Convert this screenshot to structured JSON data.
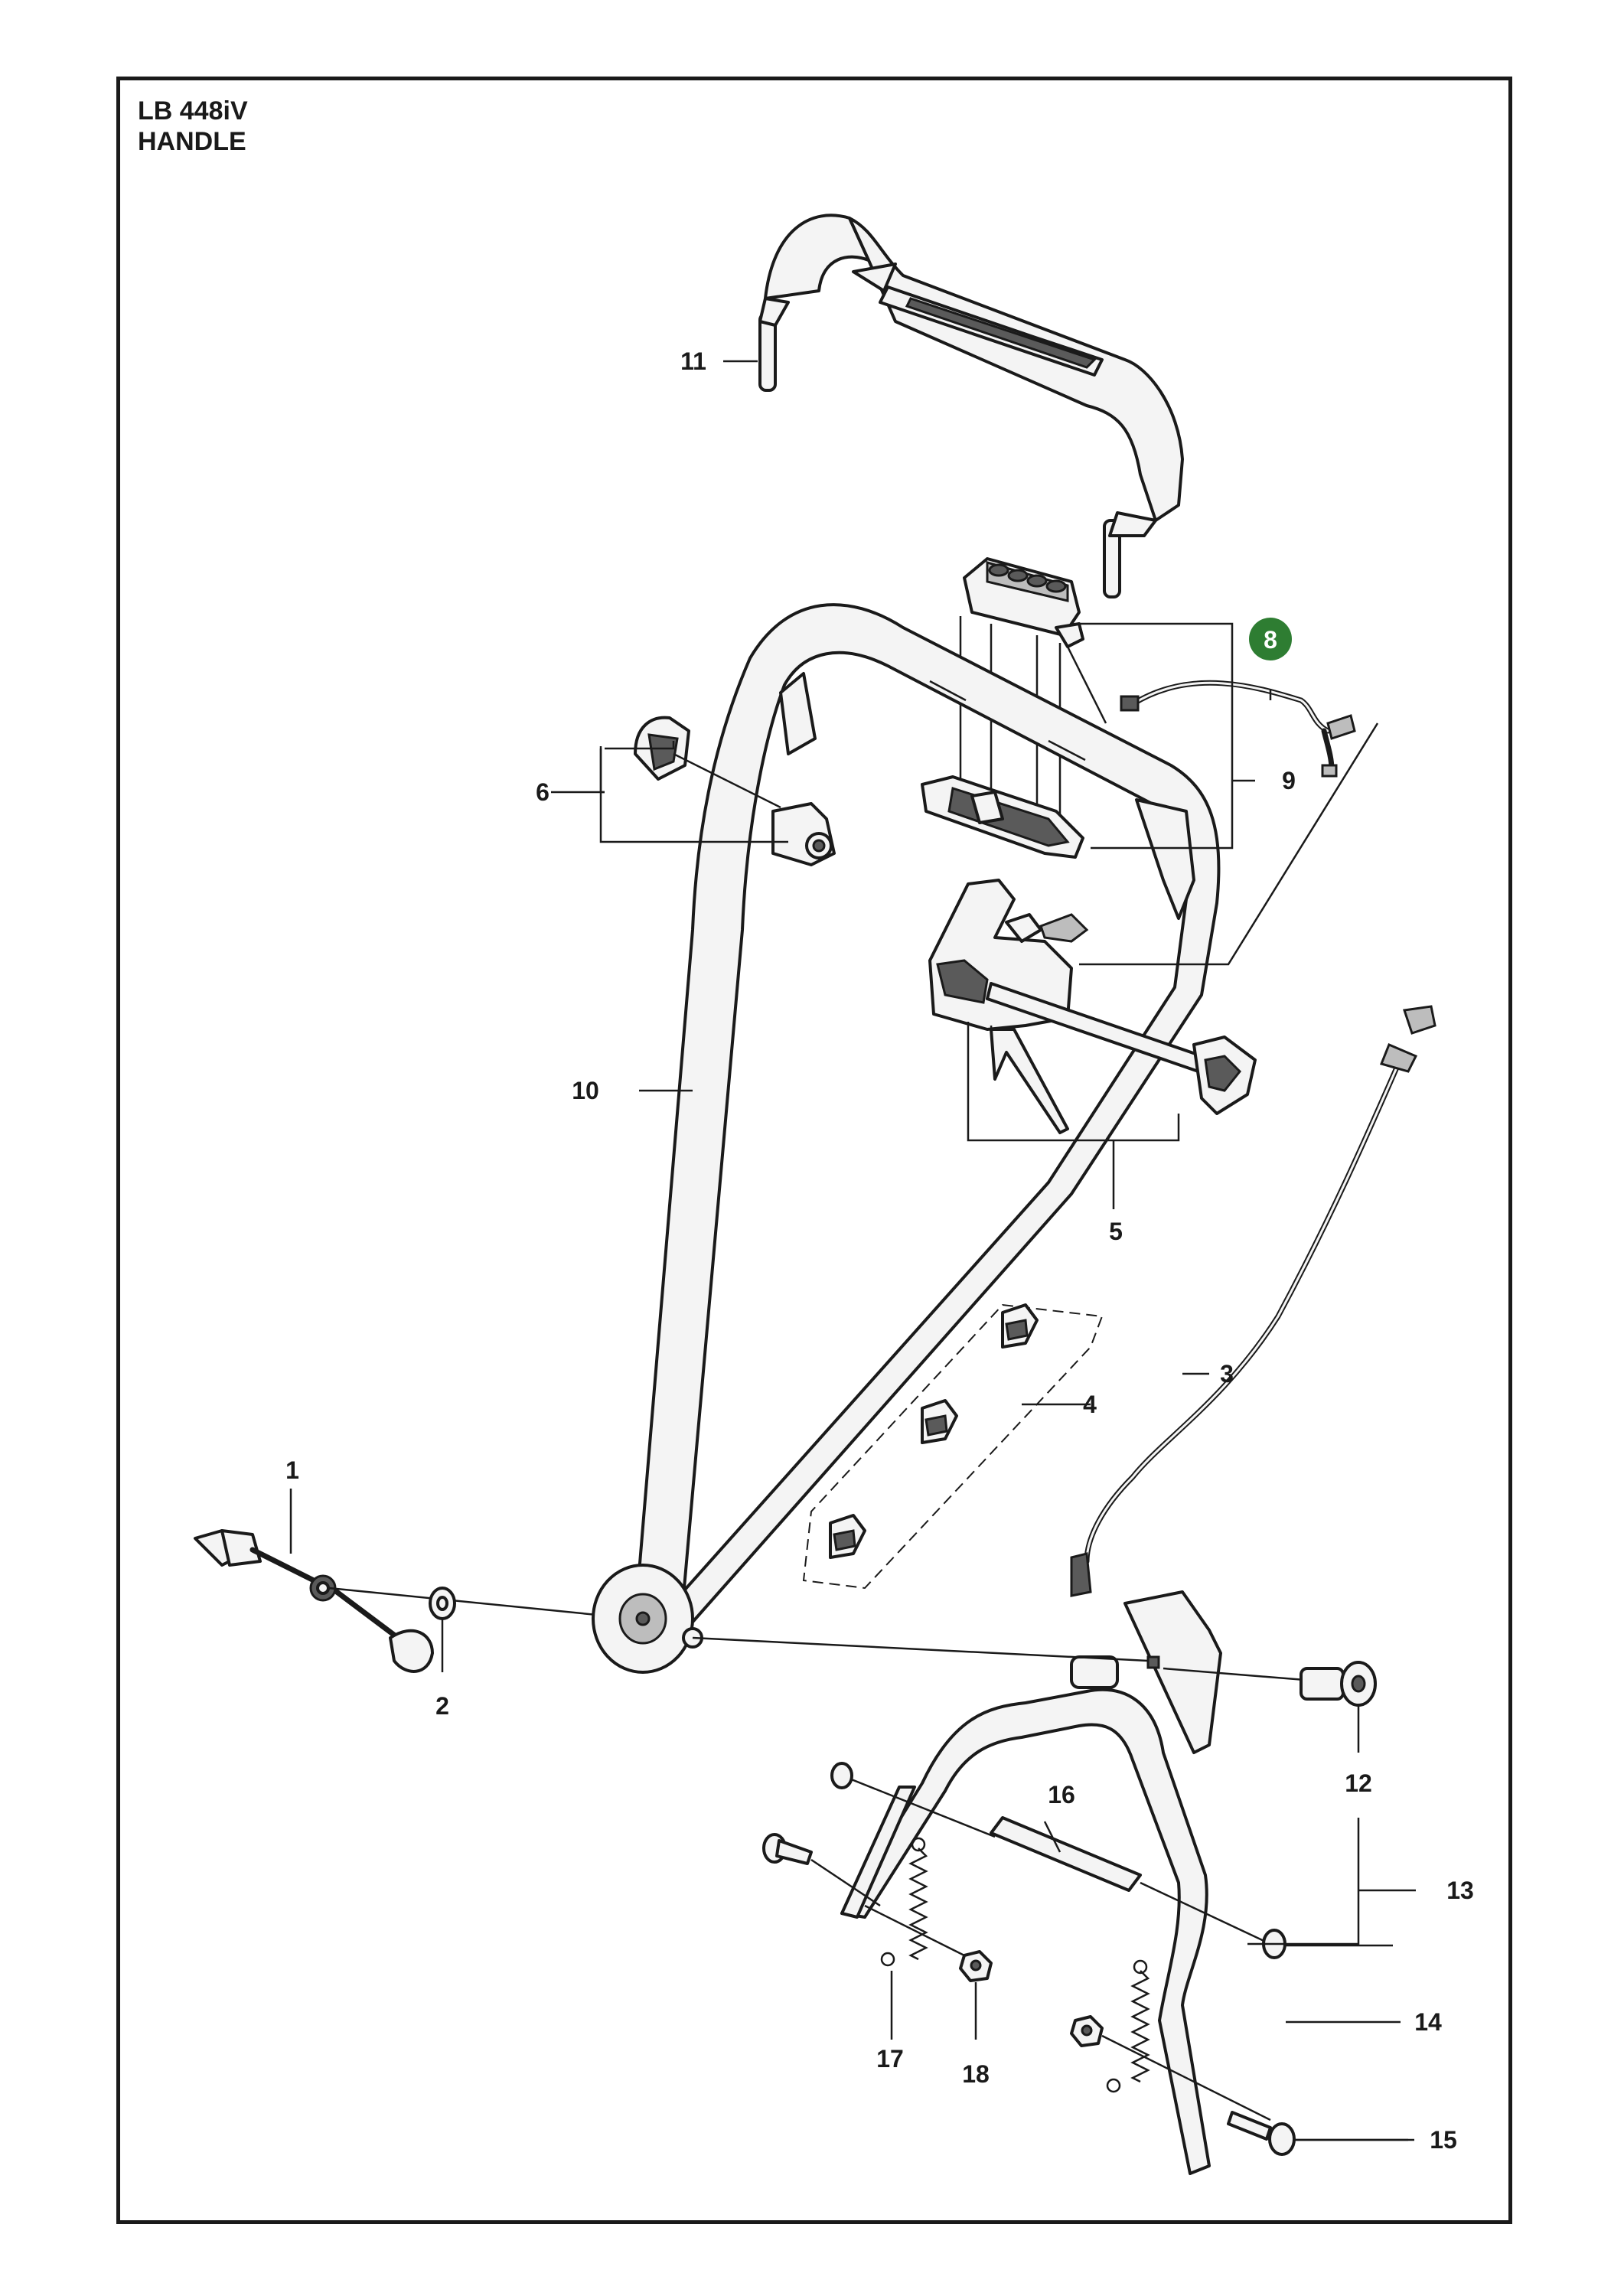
{
  "header": {
    "model": "LB 448iV",
    "section": "HANDLE"
  },
  "callouts": [
    {
      "id": "c1",
      "text": "1"
    },
    {
      "id": "c2",
      "text": "2"
    },
    {
      "id": "c3",
      "text": "3"
    },
    {
      "id": "c4",
      "text": "4"
    },
    {
      "id": "c5",
      "text": "5"
    },
    {
      "id": "c6",
      "text": "6"
    },
    {
      "id": "c8",
      "text": "8"
    },
    {
      "id": "c9",
      "text": "9"
    },
    {
      "id": "c10",
      "text": "10"
    },
    {
      "id": "c11",
      "text": "11"
    },
    {
      "id": "c12",
      "text": "12"
    },
    {
      "id": "c13",
      "text": "13"
    },
    {
      "id": "c14",
      "text": "14"
    },
    {
      "id": "c15",
      "text": "15"
    },
    {
      "id": "c16",
      "text": "16"
    },
    {
      "id": "c17",
      "text": "17"
    },
    {
      "id": "c18",
      "text": "18"
    }
  ],
  "colors": {
    "highlight_badge": "#2e7d32",
    "ink": "#1a1a1a"
  }
}
